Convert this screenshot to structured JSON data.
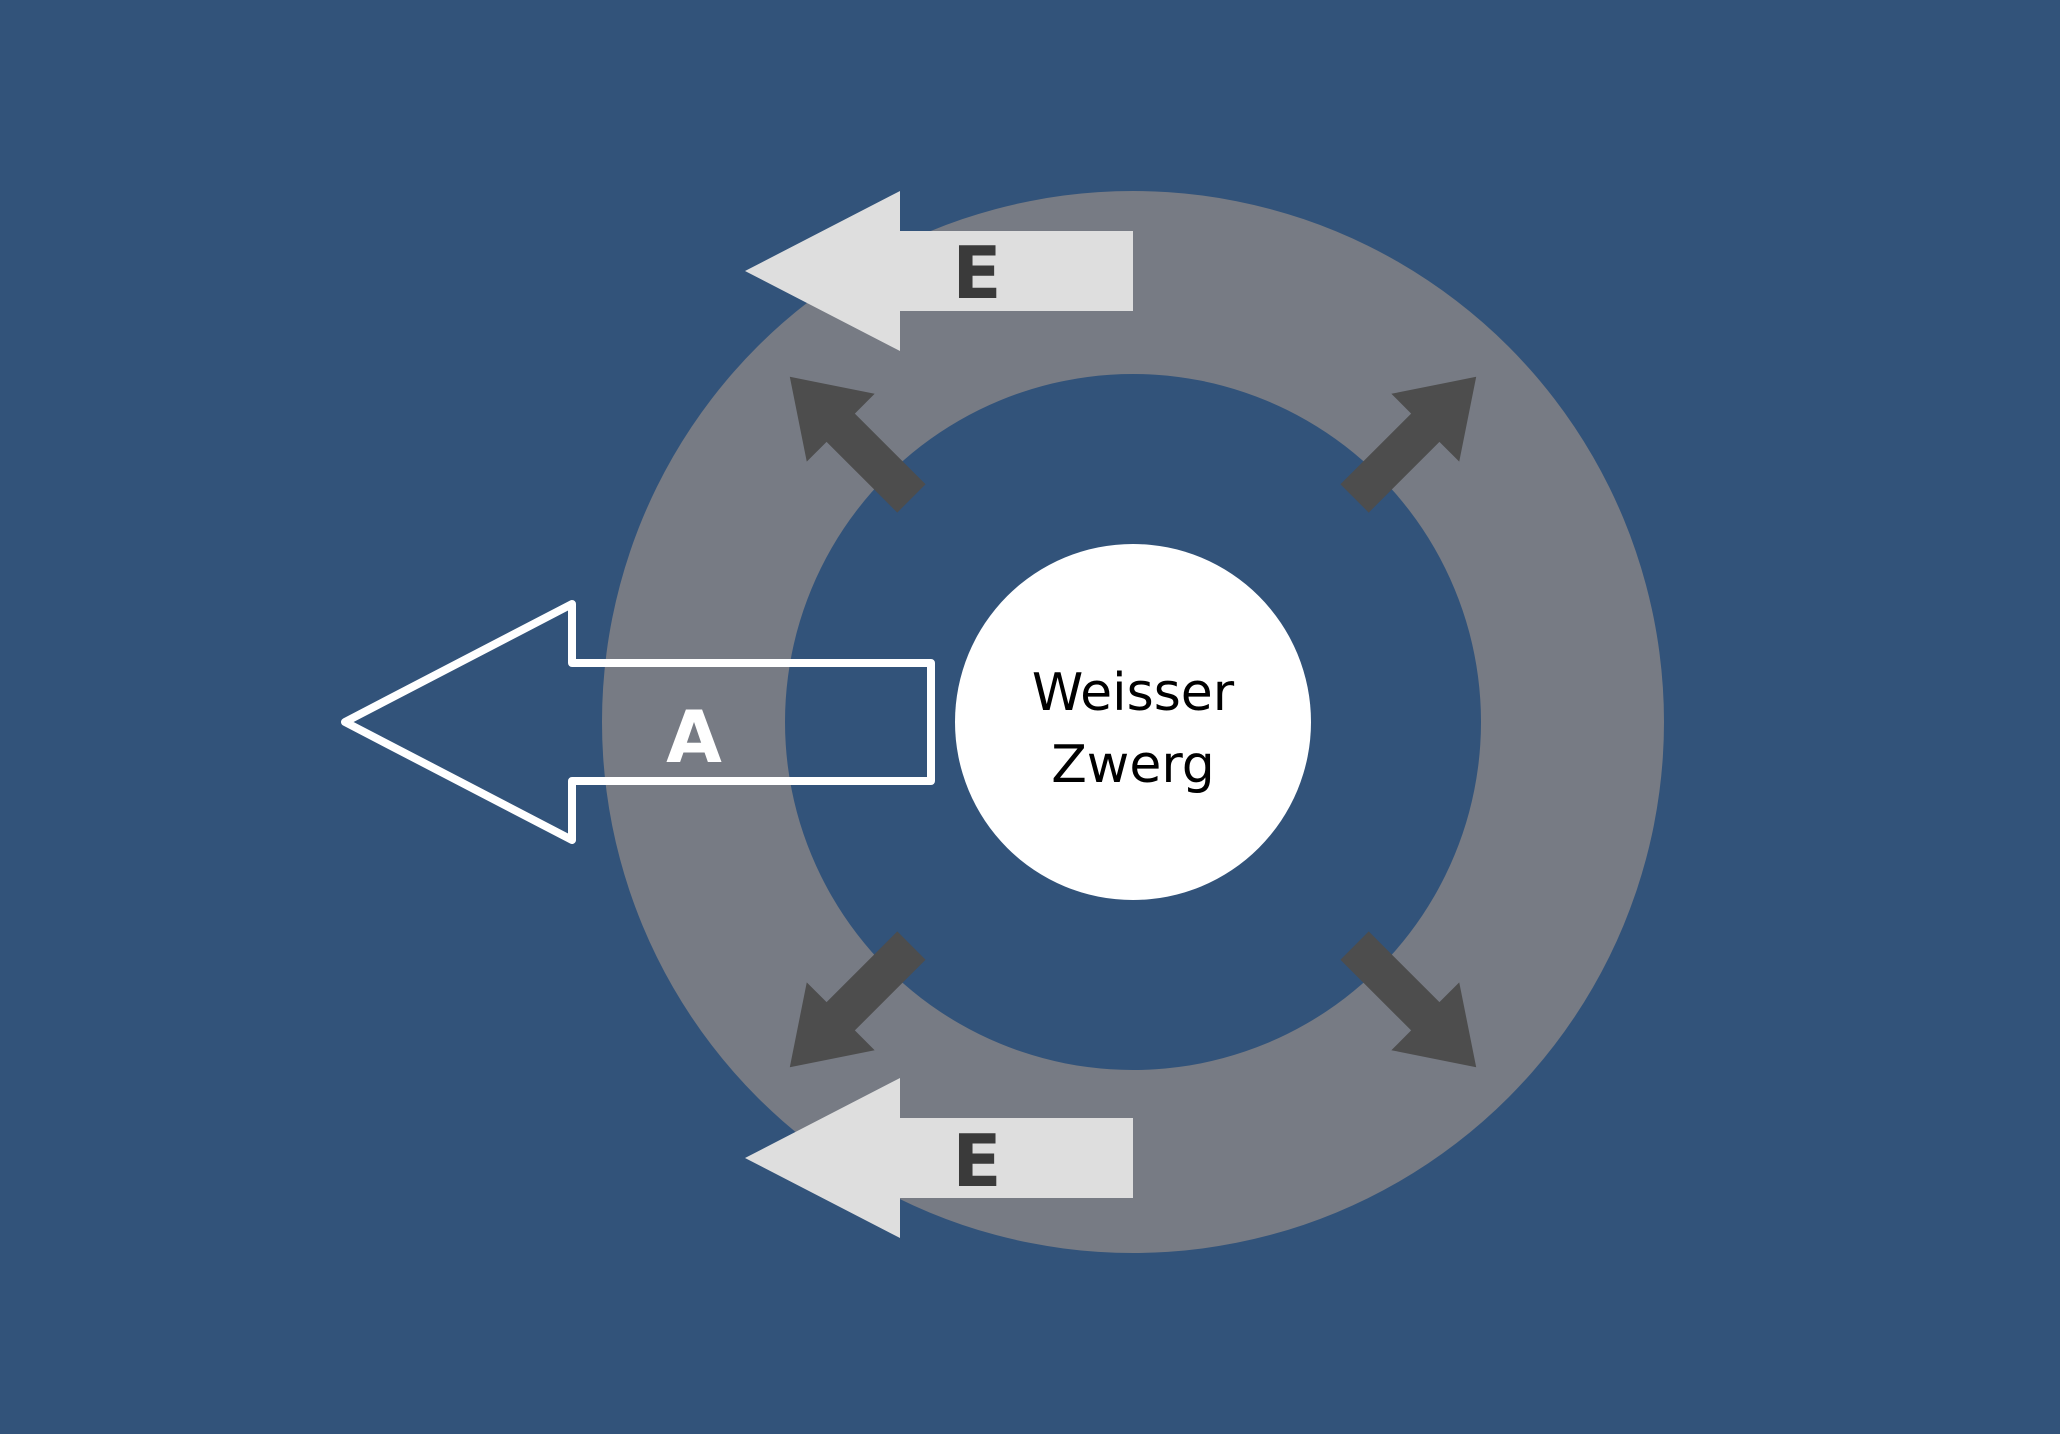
{
  "colors": {
    "background": "#32537a",
    "shell": "#777b84",
    "core": "#ffffff",
    "emission_arrow_fill": "#dedede",
    "emission_letter": "#3a3a3a",
    "expansion_arrows": "#4d4d4d",
    "absorption_outline": "#ffffff",
    "core_text": "#000000"
  },
  "core": {
    "label_line1": "Weisser",
    "label_line2": "Zwerg"
  },
  "arrows": {
    "emission_top": "E",
    "emission_bottom": "E",
    "absorption": "A"
  },
  "icons": {
    "expansion": "diagonal-outward-arrow"
  }
}
